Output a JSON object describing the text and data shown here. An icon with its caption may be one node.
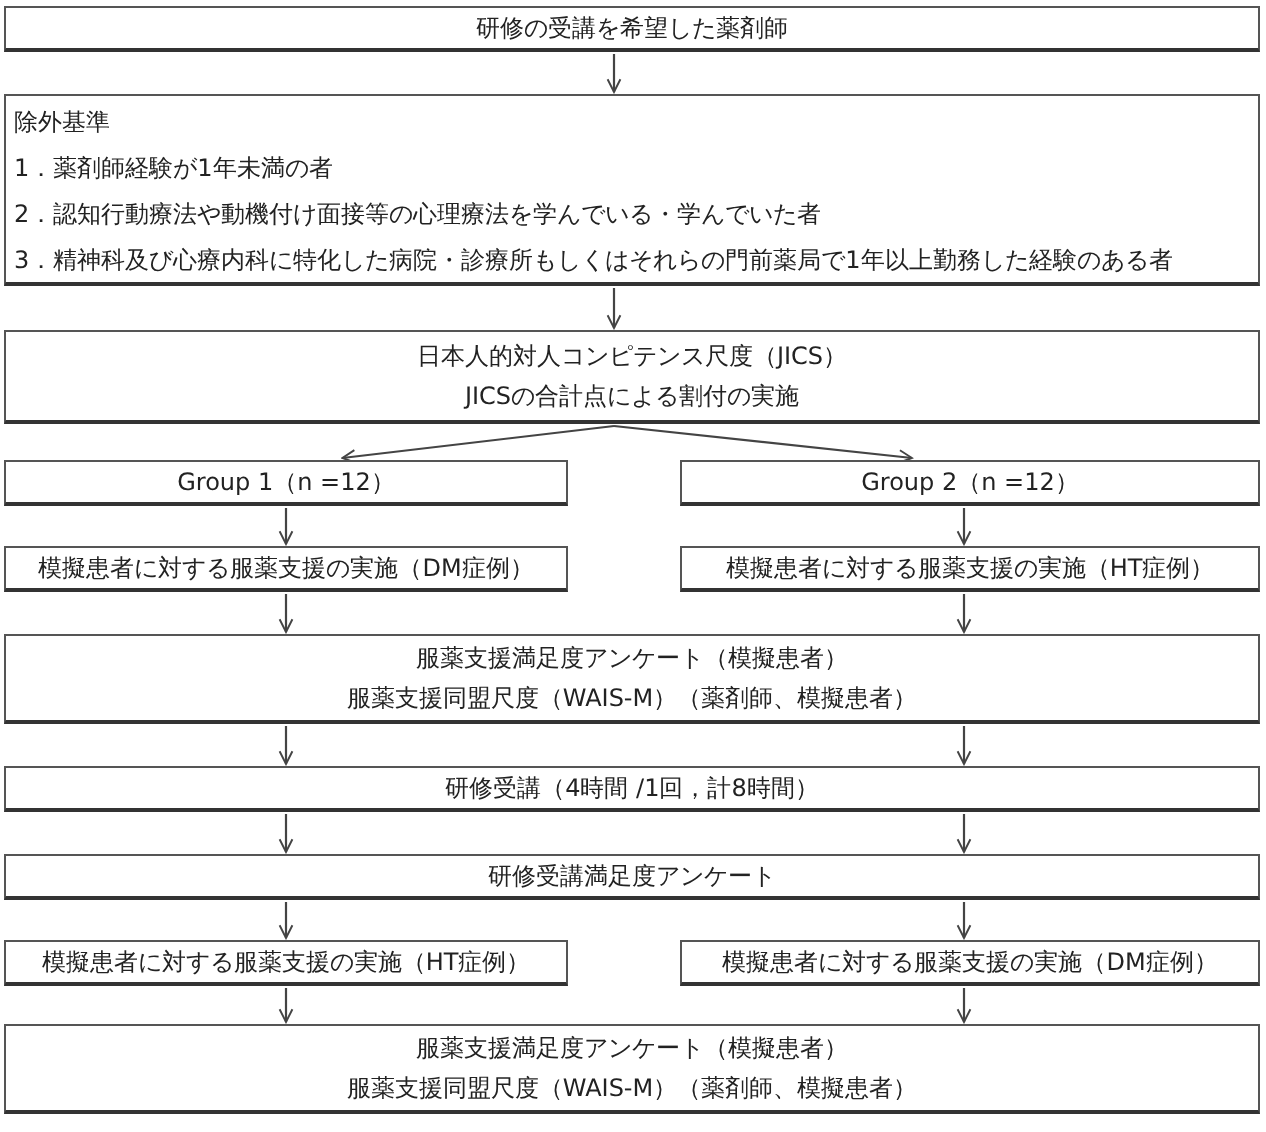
{
  "diagram": {
    "nodes": [
      {
        "text": [
          "研修の受講を希望した薬剤師"
        ]
      },
      {
        "text": [
          "除外基準",
          "1．薬剤師経験が1年未満の者",
          "2．認知行動療法や動機付け面接等の心理療法を学んでいる・学んでいた者",
          "3．精神科及び心療内科に特化した病院・診療所もしくはそれらの門前薬局で1年以上勤務した経験のある者"
        ]
      },
      {
        "text": [
          "日本人的対人コンピテンス尺度（JICS）",
          "JICSの合計点による割付の実施"
        ]
      },
      {
        "text": [
          "Group 1（n =12）"
        ]
      },
      {
        "text": [
          "Group 2（n =12）"
        ]
      },
      {
        "text": [
          "模擬患者に対する服薬支援の実施（DM症例）"
        ]
      },
      {
        "text": [
          "模擬患者に対する服薬支援の実施（HT症例）"
        ]
      },
      {
        "text": [
          "服薬支援満足度アンケート（模擬患者）",
          "服薬支援同盟尺度（WAIS-M）（薬剤師、模擬患者）"
        ]
      },
      {
        "text": [
          "研修受講（4時間 /1回，計8時間）"
        ]
      },
      {
        "text": [
          "研修受講満足度アンケート"
        ]
      },
      {
        "text": [
          "模擬患者に対する服薬支援の実施（HT症例）"
        ]
      },
      {
        "text": [
          "模擬患者に対する服薬支援の実施（DM症例）"
        ]
      },
      {
        "text": [
          "服薬支援満足度アンケート（模擬患者）",
          "服薬支援同盟尺度（WAIS-M）（薬剤師、模擬患者）"
        ]
      }
    ],
    "edges": [
      {
        "from": 0,
        "to": 1,
        "arrow": "to"
      },
      {
        "from": 1,
        "to": 2,
        "arrow": "to"
      },
      {
        "from": 2,
        "to": 3,
        "arrow": "to"
      },
      {
        "from": 2,
        "to": 4,
        "arrow": "to"
      },
      {
        "from": 3,
        "to": 5,
        "arrow": "to"
      },
      {
        "from": 4,
        "to": 6,
        "arrow": "to"
      },
      {
        "from": 5,
        "to": 7,
        "arrow": "to"
      },
      {
        "from": 6,
        "to": 7,
        "arrow": "to"
      },
      {
        "from": 7,
        "to": 8,
        "arrow": "to"
      },
      {
        "from": 7,
        "to": 8,
        "arrow": "to"
      },
      {
        "from": 8,
        "to": 9,
        "arrow": "to"
      },
      {
        "from": 8,
        "to": 9,
        "arrow": "to"
      },
      {
        "from": 9,
        "to": 10,
        "arrow": "to"
      },
      {
        "from": 9,
        "to": 11,
        "arrow": "to"
      },
      {
        "from": 10,
        "to": 12,
        "arrow": "to"
      },
      {
        "from": 11,
        "to": 12,
        "arrow": "to"
      }
    ]
  }
}
